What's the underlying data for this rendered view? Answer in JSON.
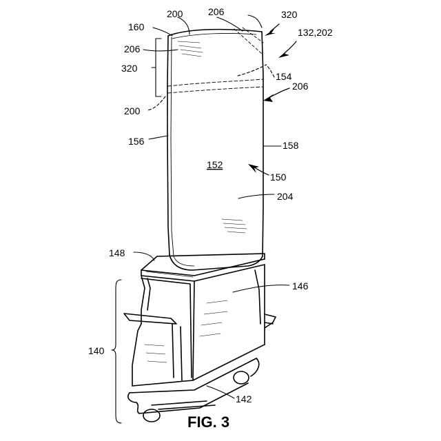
{
  "figure": {
    "caption": "FIG. 3",
    "labels": {
      "l200_top": "200",
      "l206_top": "206",
      "l320_top": "320",
      "l160": "160",
      "l132_202": "132,202",
      "l206_left": "206",
      "l320_left": "320",
      "l154": "154",
      "l206_right": "206",
      "l200_left": "200",
      "l156": "156",
      "l158": "158",
      "l152": "152",
      "l150": "150",
      "l204": "204",
      "l148": "148",
      "l146": "146",
      "l140": "140",
      "l142": "142"
    }
  }
}
